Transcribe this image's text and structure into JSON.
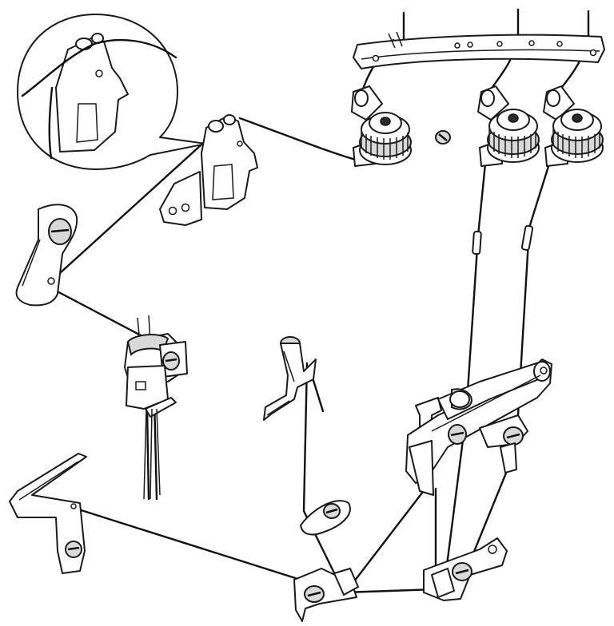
{
  "diagram": {
    "kind": "overlock threading diagram",
    "colors": {
      "line": "#1a1a1a",
      "thread": "#111111",
      "background": "#ffffff",
      "shading": "#d9d9d9"
    },
    "components": [
      "magnified-thread-guide-inset",
      "top-thread-guide-bar",
      "tension-dial-left",
      "tension-dial-center",
      "tension-dial-right",
      "center-screw",
      "upper-thread-guide",
      "left-thread-guide-plate",
      "needle-clamp-assembly",
      "upper-looper",
      "lower-looper",
      "looper-thread-guide-assembly",
      "lower-left-guide",
      "bottom-center-guide",
      "bottom-right-guide"
    ]
  }
}
